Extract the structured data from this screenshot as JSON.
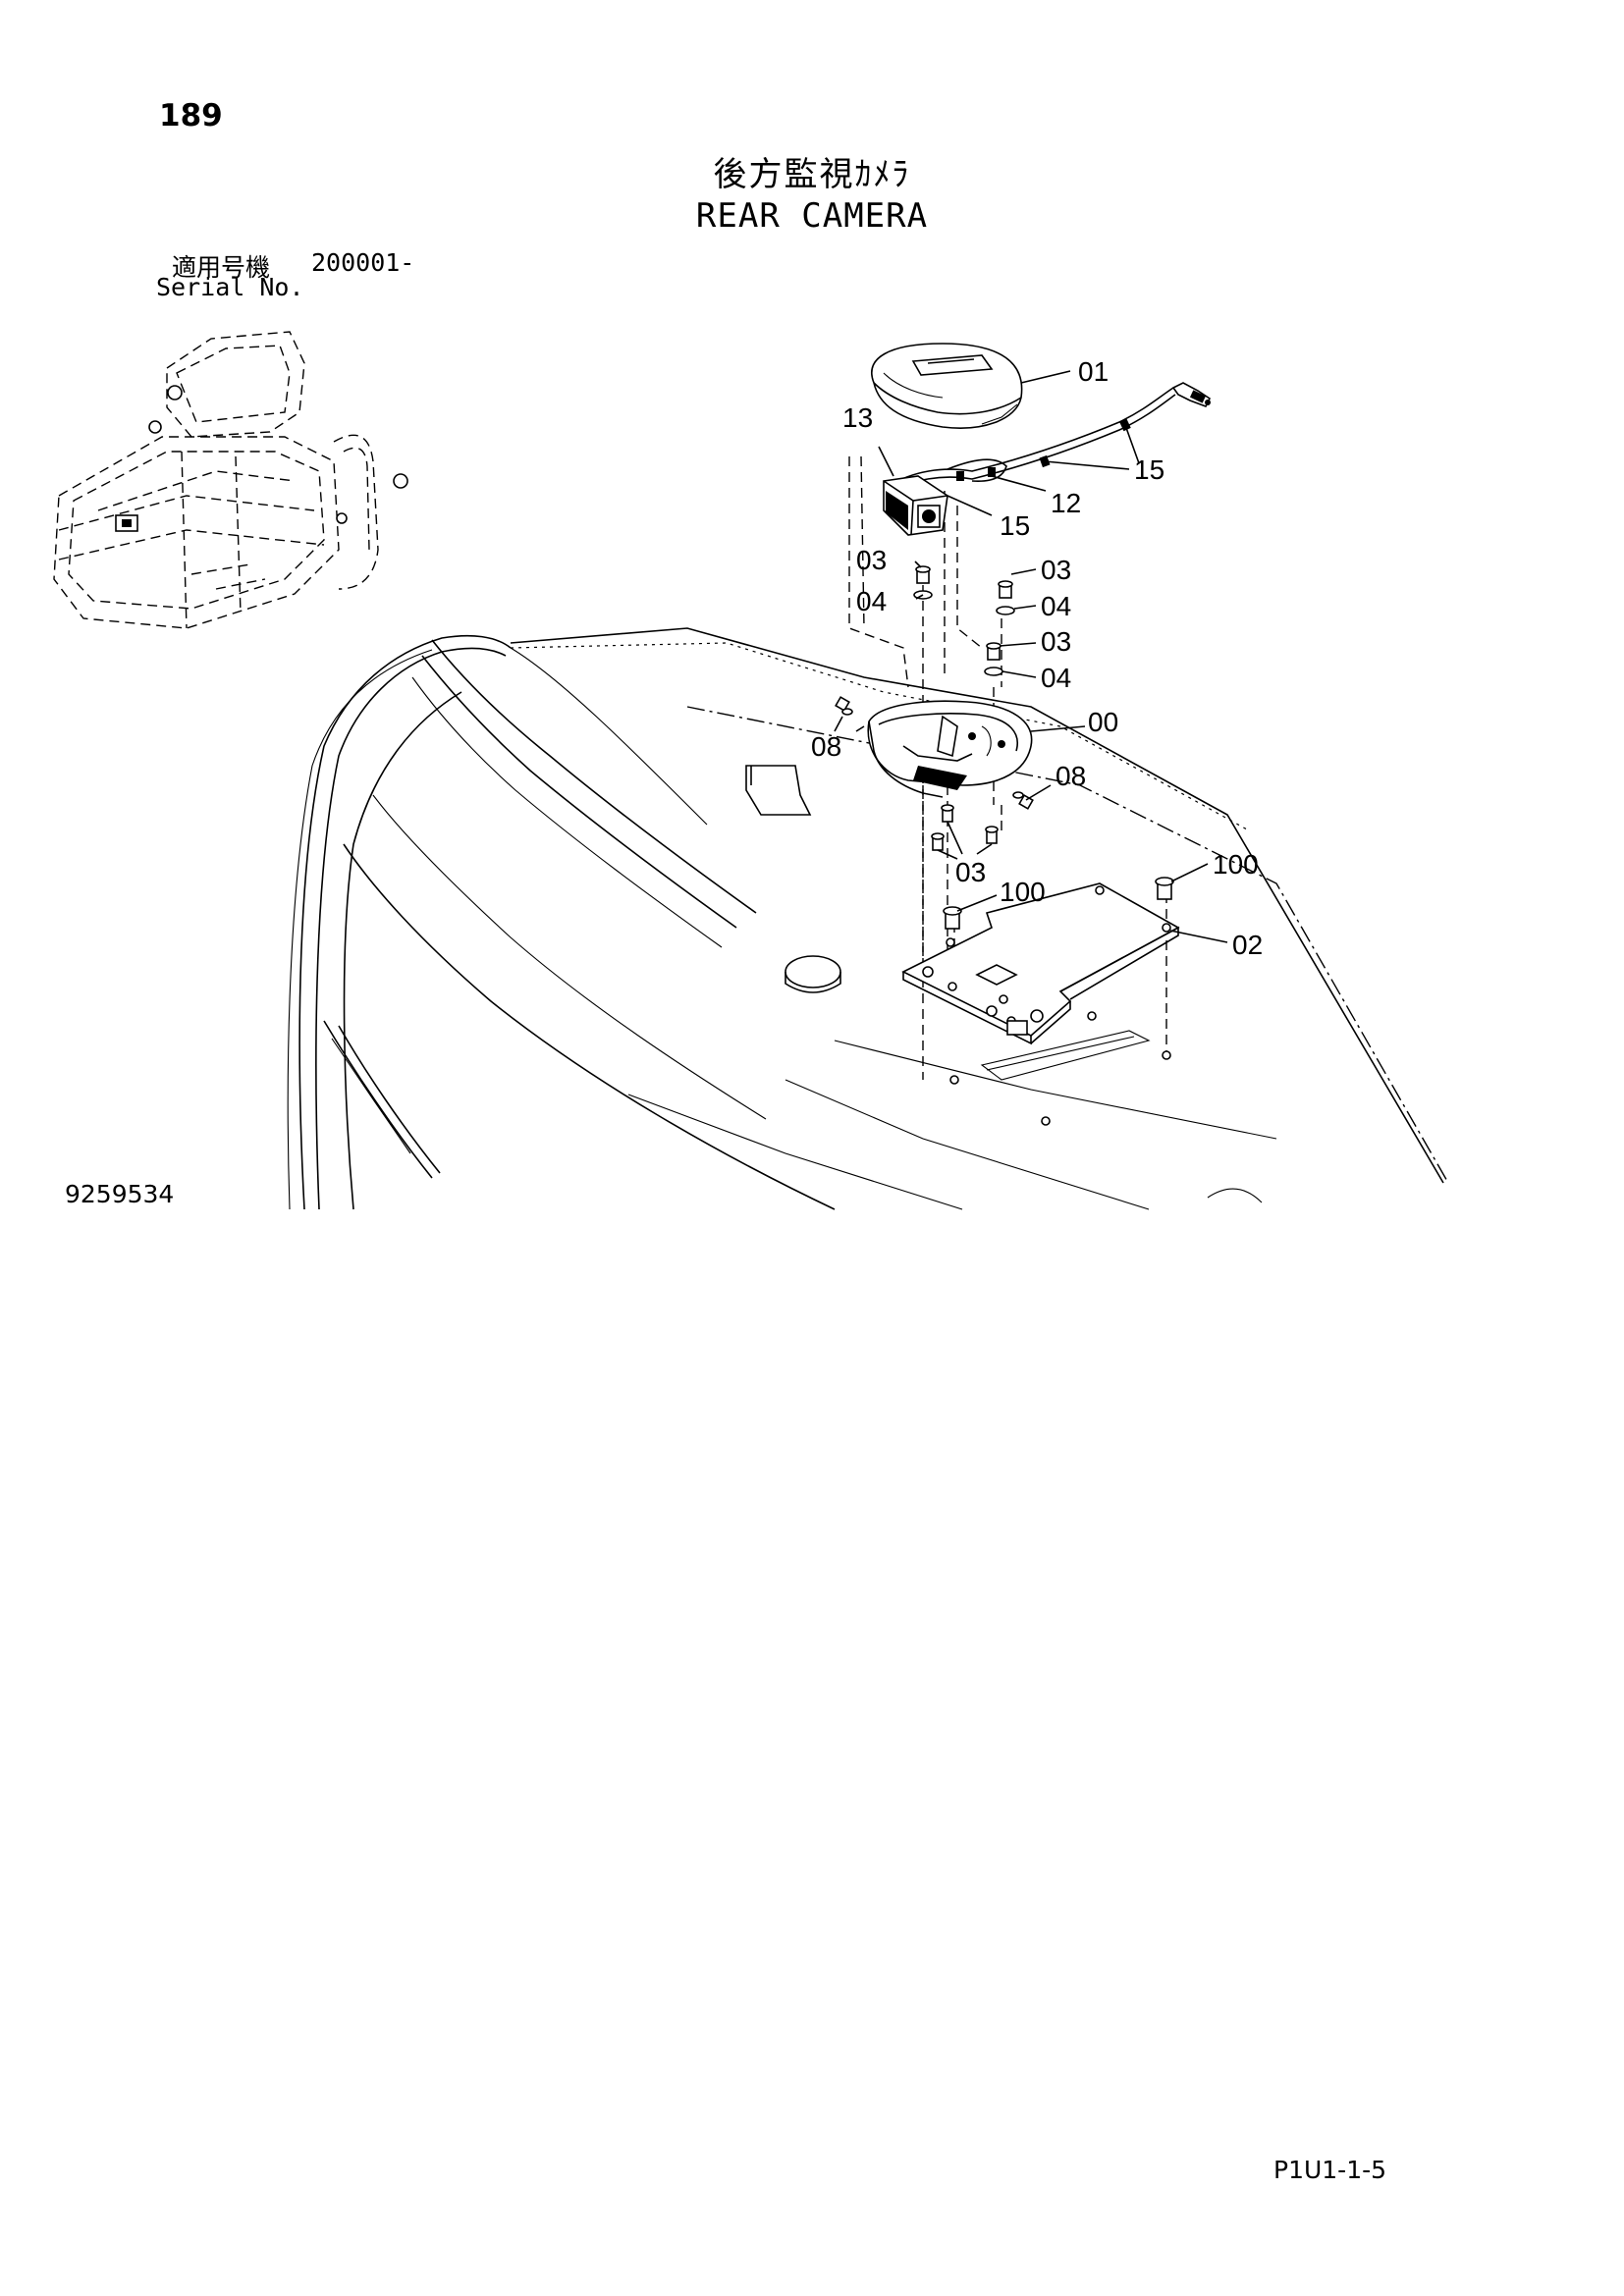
{
  "header": {
    "page_number": "189",
    "title_jp": "後方監視ｶﾒﾗ",
    "title_en": "REAR CAMERA",
    "serial_label_jp": "適用号機",
    "serial_range": "200001-",
    "serial_label_en": "Serial No."
  },
  "footer": {
    "drawing_number": "9259534",
    "page_code": "P1U1-1-5"
  },
  "callouts": [
    {
      "id": "c-01",
      "label": "01"
    },
    {
      "id": "c-13",
      "label": "13"
    },
    {
      "id": "c-15a",
      "label": "15"
    },
    {
      "id": "c-12",
      "label": "12"
    },
    {
      "id": "c-15b",
      "label": "15"
    },
    {
      "id": "c-03a",
      "label": "03"
    },
    {
      "id": "c-04a",
      "label": "04"
    },
    {
      "id": "c-03b",
      "label": "03"
    },
    {
      "id": "c-04b",
      "label": "04"
    },
    {
      "id": "c-03c",
      "label": "03"
    },
    {
      "id": "c-04c",
      "label": "04"
    },
    {
      "id": "c-00",
      "label": "00"
    },
    {
      "id": "c-08a",
      "label": "08"
    },
    {
      "id": "c-08b",
      "label": "08"
    },
    {
      "id": "c-03d",
      "label": "03"
    },
    {
      "id": "c-100a",
      "label": "100"
    },
    {
      "id": "c-100b",
      "label": "100"
    },
    {
      "id": "c-02",
      "label": "02"
    }
  ]
}
